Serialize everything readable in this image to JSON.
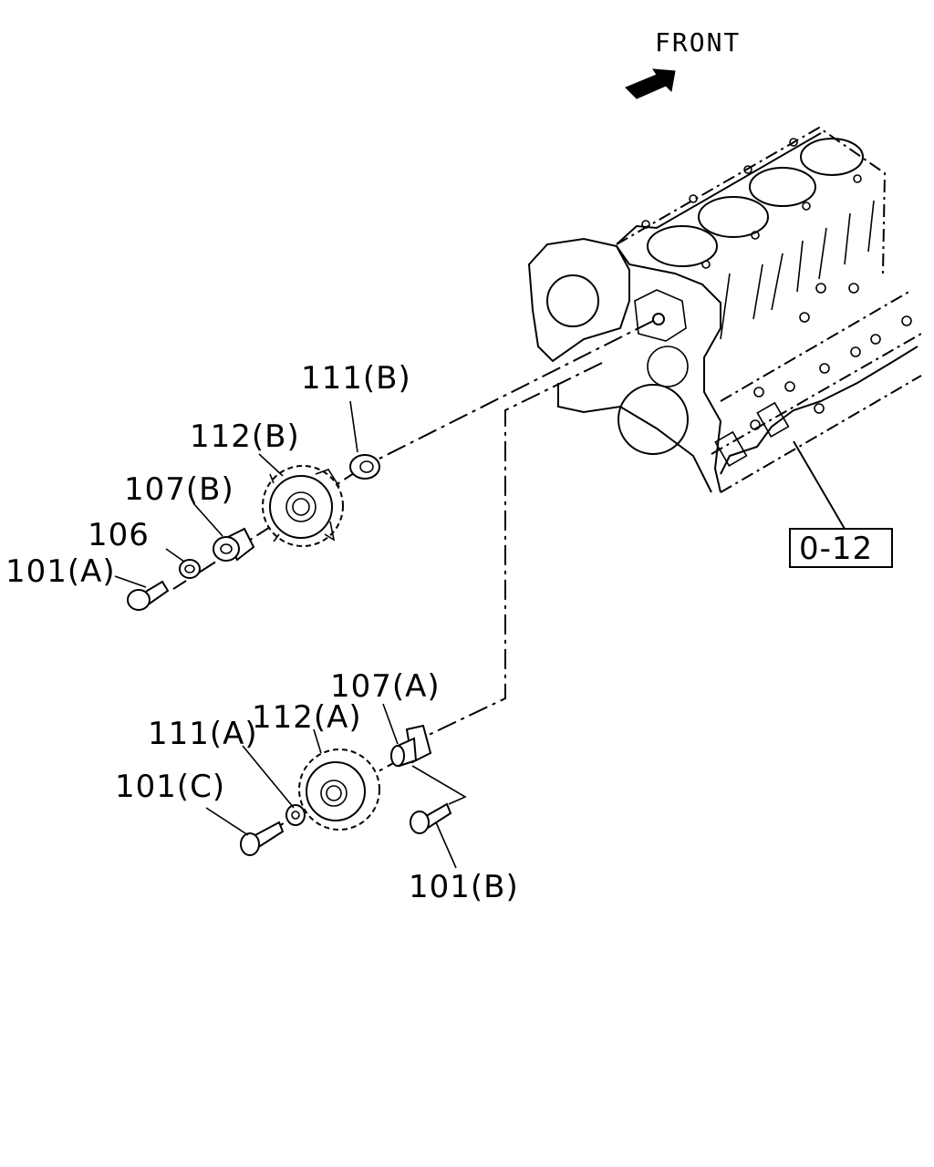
{
  "front_label": "FRONT",
  "ref_box_label": "0-12",
  "callouts": {
    "c101a": "101(A)",
    "c106": "106",
    "c107b": "107(B)",
    "c112b": "112(B)",
    "c111b": "111(B)",
    "c107a": "107(A)",
    "c112a": "112(A)",
    "c111a": "111(A)",
    "c101c": "101(C)",
    "c101b": "101(B)"
  }
}
